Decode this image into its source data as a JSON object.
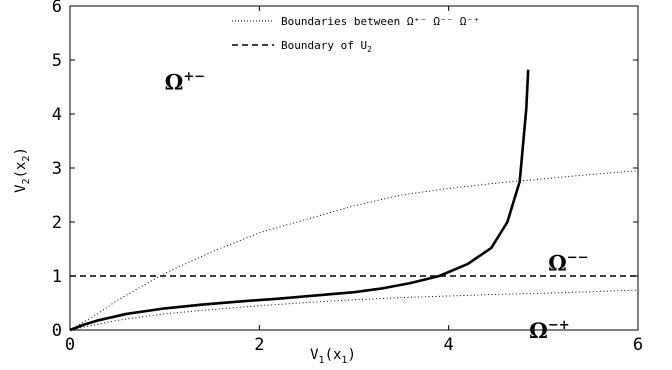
{
  "chart_data": {
    "type": "line",
    "xlabel": {
      "main": "V",
      "sub1": "1",
      "mid": "(x",
      "sub2": "1",
      "end": ")"
    },
    "ylabel": {
      "main": "V",
      "sub1": "2",
      "mid": "(x",
      "sub2": "2",
      "end": ")"
    },
    "xlim": [
      0,
      6
    ],
    "ylim": [
      0,
      6
    ],
    "xticks": [
      0,
      2,
      4,
      6
    ],
    "yticks": [
      0,
      1,
      2,
      3,
      4,
      5,
      6
    ],
    "grid": false,
    "legend_position": "top-right",
    "legend": {
      "entry1": "Boundaries between Ω⁺⁻ Ω⁻⁻ Ω⁻⁺",
      "entry2_main": "Boundary of U",
      "entry2_sub": "2"
    },
    "series": [
      {
        "style": "dotted",
        "x": [
          0,
          0.25,
          0.5,
          0.75,
          1.0,
          1.5,
          2.0,
          2.5,
          3.0,
          3.5,
          4.0,
          4.5,
          5.0,
          5.5,
          6.0
        ],
        "y": [
          0,
          0.25,
          0.55,
          0.8,
          1.05,
          1.45,
          1.8,
          2.05,
          2.3,
          2.5,
          2.62,
          2.72,
          2.8,
          2.88,
          2.95
        ]
      },
      {
        "style": "dotted",
        "x": [
          0,
          0.5,
          1.0,
          1.5,
          2.0,
          2.5,
          3.0,
          3.5,
          4.0,
          4.5,
          5.0,
          5.5,
          6.0
        ],
        "y": [
          0,
          0.18,
          0.3,
          0.38,
          0.45,
          0.51,
          0.56,
          0.6,
          0.63,
          0.66,
          0.68,
          0.71,
          0.74
        ]
      },
      {
        "style": "dashed",
        "x": [
          0,
          6
        ],
        "y": [
          1.0,
          1.0
        ]
      },
      {
        "style": "solid-bold",
        "x": [
          0,
          0.15,
          0.3,
          0.6,
          1.0,
          1.4,
          1.8,
          2.2,
          2.6,
          3.0,
          3.3,
          3.6,
          3.9,
          4.2,
          4.45,
          4.62,
          4.75,
          4.82,
          4.84
        ],
        "y": [
          0,
          0.1,
          0.18,
          0.3,
          0.4,
          0.47,
          0.53,
          0.58,
          0.64,
          0.7,
          0.77,
          0.87,
          1.0,
          1.22,
          1.52,
          2.0,
          2.75,
          4.1,
          4.82
        ]
      }
    ],
    "annotations": [
      {
        "label": "Ω",
        "sup": "+−",
        "x": 1.0,
        "y": 4.6
      },
      {
        "label": "Ω",
        "sup": "−−",
        "x": 5.05,
        "y": 1.25
      },
      {
        "label": "Ω",
        "sup": "−+",
        "x": 4.85,
        "y": 0.0
      }
    ]
  }
}
